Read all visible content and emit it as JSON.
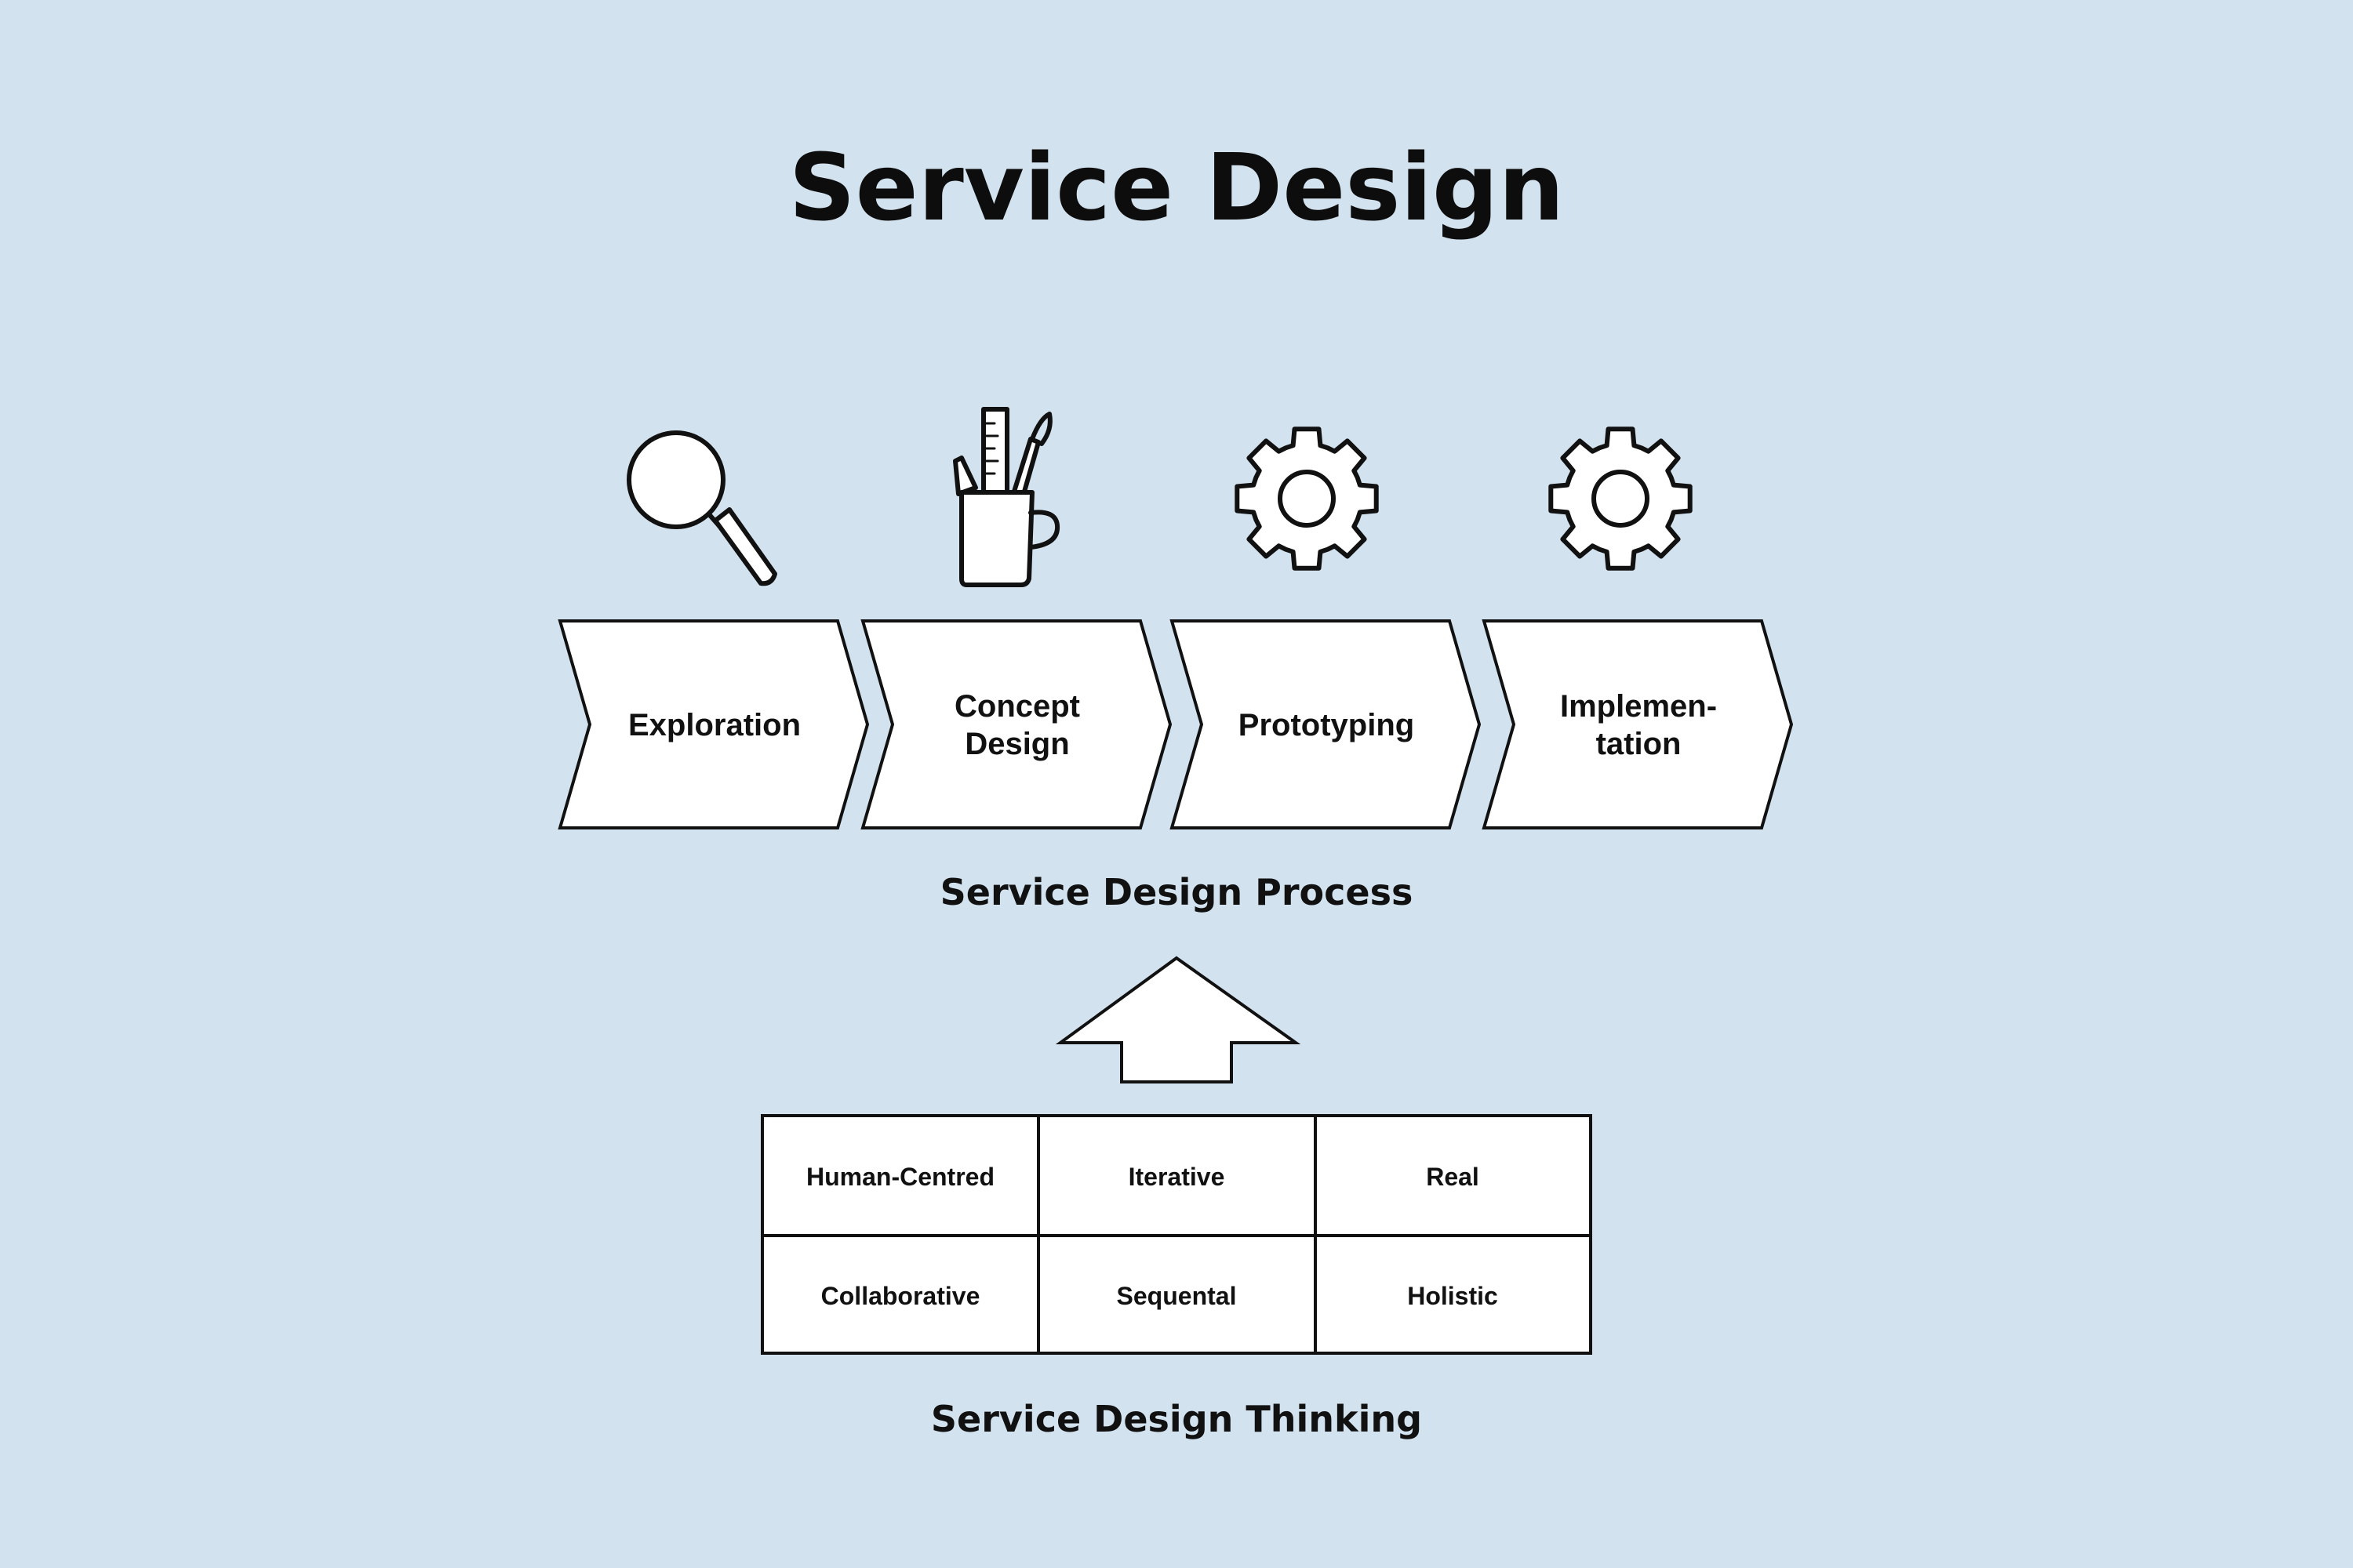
{
  "title": "Service Design",
  "colors": {
    "background": "#d3e2ef",
    "ink": "#111111",
    "fill": "#ffffff"
  },
  "process": {
    "caption": "Service Design Process",
    "steps": [
      {
        "label_lines": [
          "Exploration"
        ],
        "icon": "magnifying-glass-icon"
      },
      {
        "label_lines": [
          "Concept",
          "Design"
        ],
        "icon": "pencil-cup-icon"
      },
      {
        "label_lines": [
          "Prototyping"
        ],
        "icon": "hatched-gear-icon"
      },
      {
        "label_lines": [
          "Implemen-",
          "tation"
        ],
        "icon": "gear-icon"
      }
    ]
  },
  "arrow": {
    "icon": "up-arrow-icon"
  },
  "thinking": {
    "caption": "Service Design Thinking",
    "principles": [
      [
        "Human-Centred",
        "Iterative",
        "Real"
      ],
      [
        "Collaborative",
        "Sequental",
        "Holistic"
      ]
    ]
  }
}
